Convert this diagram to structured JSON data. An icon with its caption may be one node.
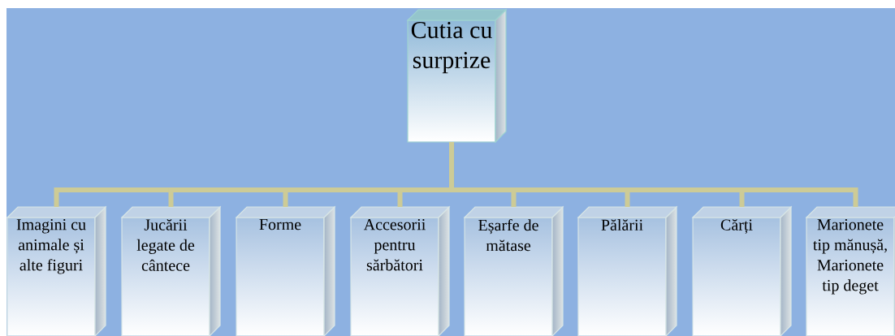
{
  "diagram": {
    "nodes": [
      {
        "text": [
          "Cutia cu surprize"
        ]
      },
      {
        "text": [
          "Imagini cu animale și alte figuri"
        ]
      },
      {
        "text": [
          "Jucării legate de cântece"
        ]
      },
      {
        "text": [
          "Forme"
        ]
      },
      {
        "text": [
          "Accesorii pentru sărbători"
        ]
      },
      {
        "text": [
          "Eșarfe de mătase"
        ]
      },
      {
        "text": [
          "Pălării"
        ]
      },
      {
        "text": [
          "Cărți"
        ]
      },
      {
        "text": [
          "Marionete tip mănușă, Marionete tip deget"
        ]
      }
    ],
    "edges": [
      {
        "from": 0,
        "to": 1,
        "arrow": "none"
      },
      {
        "from": 0,
        "to": 2,
        "arrow": "none"
      },
      {
        "from": 0,
        "to": 3,
        "arrow": "none"
      },
      {
        "from": 0,
        "to": 4,
        "arrow": "none"
      },
      {
        "from": 0,
        "to": 5,
        "arrow": "none"
      },
      {
        "from": 0,
        "to": 6,
        "arrow": "none"
      },
      {
        "from": 0,
        "to": 7,
        "arrow": "none"
      },
      {
        "from": 0,
        "to": 8,
        "arrow": "none"
      }
    ]
  }
}
